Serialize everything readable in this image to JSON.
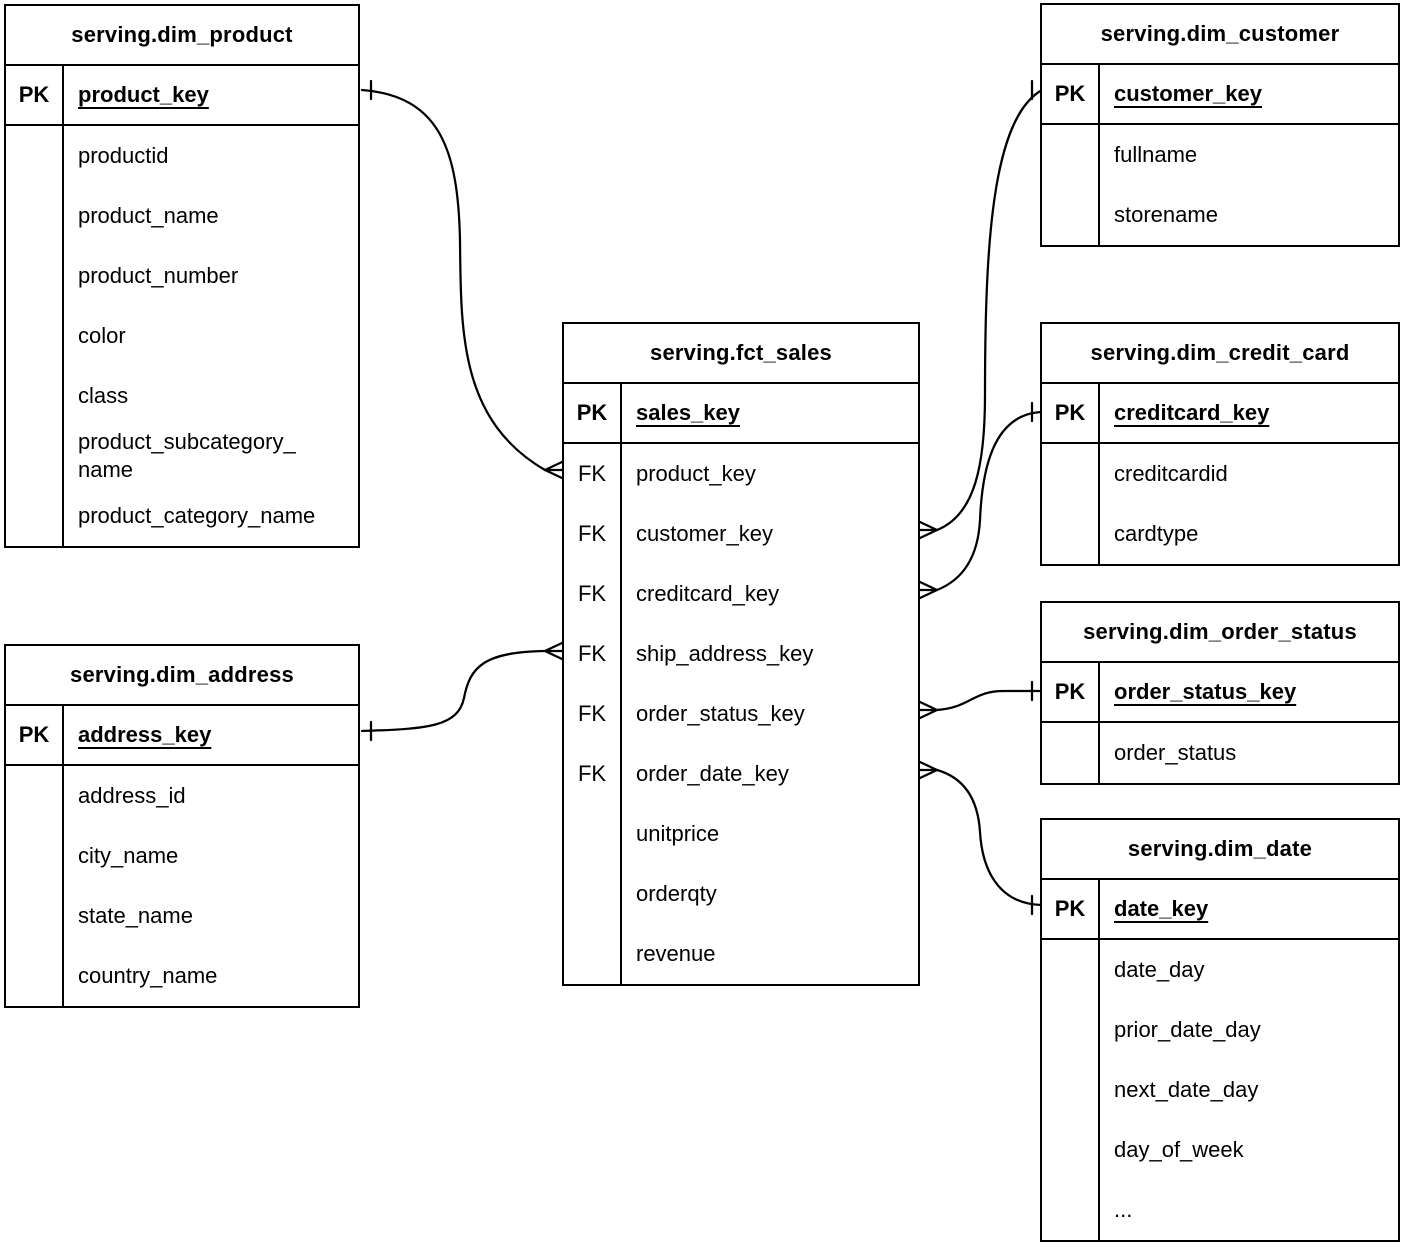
{
  "diagram": {
    "colors": {
      "line": "#000000",
      "background": "#ffffff",
      "text": "#000000"
    },
    "tables": [
      {
        "title": "serving.dim_product",
        "pk_label": "PK",
        "pk_field": "product_key",
        "rows": [
          {
            "tag": "",
            "name": "productid"
          },
          {
            "tag": "",
            "name": "product_name"
          },
          {
            "tag": "",
            "name": "product_number"
          },
          {
            "tag": "",
            "name": "color"
          },
          {
            "tag": "",
            "name": "class"
          },
          {
            "tag": "",
            "name": "product_subcategory_\nname"
          },
          {
            "tag": "",
            "name": "product_category_name"
          }
        ]
      },
      {
        "title": "serving.dim_address",
        "pk_label": "PK",
        "pk_field": "address_key",
        "rows": [
          {
            "tag": "",
            "name": "address_id"
          },
          {
            "tag": "",
            "name": "city_name"
          },
          {
            "tag": "",
            "name": "state_name"
          },
          {
            "tag": "",
            "name": "country_name"
          }
        ]
      },
      {
        "title": "serving.fct_sales",
        "pk_label": "PK",
        "pk_field": "sales_key",
        "rows": [
          {
            "tag": "FK",
            "name": "product_key"
          },
          {
            "tag": "FK",
            "name": "customer_key"
          },
          {
            "tag": "FK",
            "name": "creditcard_key"
          },
          {
            "tag": "FK",
            "name": "ship_address_key"
          },
          {
            "tag": "FK",
            "name": "order_status_key"
          },
          {
            "tag": "FK",
            "name": "order_date_key"
          },
          {
            "tag": "",
            "name": "unitprice"
          },
          {
            "tag": "",
            "name": "orderqty"
          },
          {
            "tag": "",
            "name": "revenue"
          }
        ]
      },
      {
        "title": "serving.dim_customer",
        "pk_label": "PK",
        "pk_field": "customer_key",
        "rows": [
          {
            "tag": "",
            "name": "fullname"
          },
          {
            "tag": "",
            "name": "storename"
          }
        ]
      },
      {
        "title": "serving.dim_credit_card",
        "pk_label": "PK",
        "pk_field": "creditcard_key",
        "rows": [
          {
            "tag": "",
            "name": "creditcardid"
          },
          {
            "tag": "",
            "name": "cardtype"
          }
        ]
      },
      {
        "title": "serving.dim_order_status",
        "pk_label": "PK",
        "pk_field": "order_status_key",
        "rows": [
          {
            "tag": "",
            "name": "order_status"
          }
        ]
      },
      {
        "title": "serving.dim_date",
        "pk_label": "PK",
        "pk_field": "date_key",
        "rows": [
          {
            "tag": "",
            "name": "date_day"
          },
          {
            "tag": "",
            "name": "prior_date_day"
          },
          {
            "tag": "",
            "name": "next_date_day"
          },
          {
            "tag": "",
            "name": "day_of_week"
          },
          {
            "tag": "",
            "name": "..."
          }
        ]
      }
    ],
    "relationships": [
      {
        "one": "serving.dim_product.product_key",
        "many": "serving.fct_sales.product_key"
      },
      {
        "one": "serving.dim_address.address_key",
        "many": "serving.fct_sales.ship_address_key"
      },
      {
        "one": "serving.dim_customer.customer_key",
        "many": "serving.fct_sales.customer_key"
      },
      {
        "one": "serving.dim_credit_card.creditcard_key",
        "many": "serving.fct_sales.creditcard_key"
      },
      {
        "one": "serving.dim_order_status.order_status_key",
        "many": "serving.fct_sales.order_status_key"
      },
      {
        "one": "serving.dim_date.date_key",
        "many": "serving.fct_sales.order_date_key"
      }
    ]
  }
}
